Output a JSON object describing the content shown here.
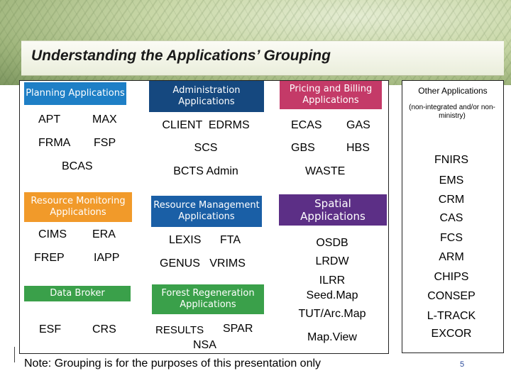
{
  "title": "Understanding the Applications’ Grouping",
  "groups": [
    {
      "header": [
        "Planning Applications"
      ],
      "color": "#1e7fc6",
      "items": [
        "APT",
        "MAX",
        "FRMA",
        "FSP",
        "BCAS"
      ]
    },
    {
      "header": [
        "Administration",
        "Applications"
      ],
      "color": "#15487f",
      "items": [
        "CLIENT  EDRMS",
        "SCS",
        "BCTS Admin"
      ]
    },
    {
      "header": [
        "Pricing and Billing",
        "Applications"
      ],
      "color": "#c43a68",
      "items": [
        "ECAS",
        "GAS",
        "GBS",
        "HBS",
        "WASTE"
      ]
    },
    {
      "header": [
        "Resource Monitoring",
        "Applications"
      ],
      "color": "#f19a2a",
      "items": [
        "CIMS",
        "ERA",
        "FREP",
        "IAPP"
      ]
    },
    {
      "header": [
        "Resource Management",
        "Applications"
      ],
      "color": "#1a5fa6",
      "items": [
        "LEXIS",
        "FTA",
        "GENUS   VRIMS"
      ]
    },
    {
      "header": [
        "Spatial",
        "Applications"
      ],
      "color": "#5c2f86",
      "items": [
        "OSDB",
        "LRDW",
        "ILRR",
        "Seed.Map",
        "TUT/Arc.Map",
        "Map.View"
      ]
    },
    {
      "header": [
        "Data Broker"
      ],
      "color": "#3aa04a",
      "items": [
        "ESF",
        "CRS"
      ]
    },
    {
      "header": [
        "Forest Regeneration",
        "Applications"
      ],
      "color": "#3aa04a",
      "items": [
        "RESULTS",
        "SPAR",
        "NSA"
      ]
    }
  ],
  "other": {
    "header": "Other Applications",
    "subheader": "(non-integrated and/or non-ministry)",
    "items": [
      "FNIRS",
      "EMS",
      "CRM",
      "CAS",
      "FCS",
      "ARM",
      "CHIPS",
      "CONSEP",
      "L-TRACK",
      "EXCOR"
    ]
  },
  "note": "Note: Grouping is for the purposes of this presentation only",
  "page_number": "5"
}
